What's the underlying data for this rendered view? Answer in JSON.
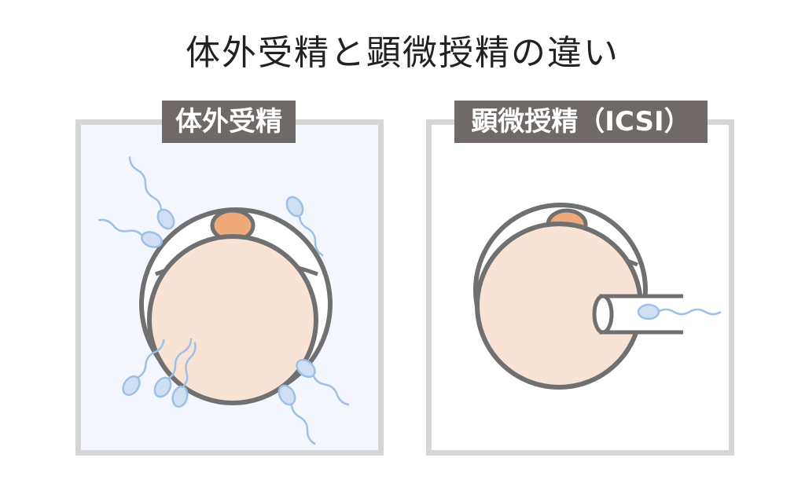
{
  "title": "体外受精と顕微授精の違い",
  "panels": {
    "ivf": {
      "label": "体外受精"
    },
    "icsi": {
      "label": "顕微授精（ICSI）"
    }
  },
  "colors": {
    "egg": "#f9e3d5",
    "polar_body": "#f0a97a",
    "sperm": "#cfe0f5",
    "outline": "#707070",
    "panel_border": "#d6d6d6",
    "ivf_background": "#f3f7fd",
    "label_background": "#6f6a67"
  },
  "icons": {
    "sperm": "sperm-icon",
    "egg": "egg-cell",
    "pipette": "micropipette"
  }
}
